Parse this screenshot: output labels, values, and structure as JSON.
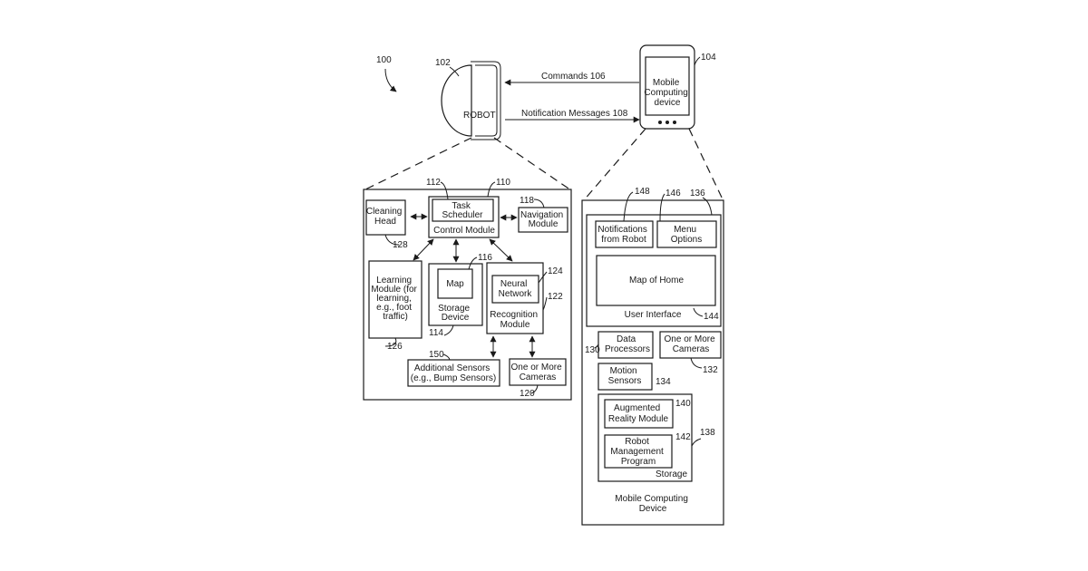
{
  "figure": {
    "ref_system": "100",
    "robot": {
      "label": "ROBOT",
      "ref": "102"
    },
    "mobile_device": {
      "label": [
        "Mobile",
        "Computing",
        "device"
      ],
      "ref": "104"
    },
    "commands": "Commands 106",
    "notifications": "Notification Messages 108"
  },
  "robot_detail": {
    "cleaning_head": {
      "label": [
        "Cleaning",
        "Head"
      ],
      "ref": "128"
    },
    "task_scheduler": {
      "label": [
        "Task",
        "Scheduler"
      ],
      "ref": "112"
    },
    "control_module": {
      "label": "Control Module",
      "ref": "110"
    },
    "navigation_module": {
      "label": [
        "Navigation",
        "Module"
      ],
      "ref": "118"
    },
    "learning_module": {
      "label": [
        "Learning",
        "Module (for",
        "learning,",
        "e.g., foot",
        "traffic)"
      ],
      "ref": "126"
    },
    "map": {
      "label": "Map",
      "ref": "116"
    },
    "storage_device": {
      "label": [
        "Storage",
        "Device"
      ],
      "ref": "114"
    },
    "neural_network": {
      "label": [
        "Neural",
        "Network"
      ],
      "ref": "124"
    },
    "recognition_module": {
      "label": [
        "Recognition",
        "Module"
      ],
      "ref": "122"
    },
    "additional_sensors": {
      "label": [
        "Additional Sensors",
        "(e.g., Bump Sensors)"
      ],
      "ref": "150"
    },
    "cameras": {
      "label": [
        "One or More",
        "Cameras"
      ],
      "ref": "120"
    }
  },
  "device_detail": {
    "notifications_from_robot": {
      "label": [
        "Notifications",
        "from Robot"
      ],
      "ref": "148"
    },
    "menu_options": {
      "label": [
        "Menu",
        "Options"
      ],
      "ref": "146"
    },
    "ui_ref": "136",
    "map_of_home": "Map of Home",
    "user_interface": {
      "label": "User Interface",
      "ref": "144"
    },
    "data_processors": {
      "label": [
        "Data",
        "Processors"
      ],
      "ref": "130"
    },
    "cameras": {
      "label": [
        "One or More",
        "Cameras"
      ],
      "ref": "132"
    },
    "motion_sensors": {
      "label": [
        "Motion",
        "Sensors"
      ],
      "ref": "134"
    },
    "ar_module": {
      "label": [
        "Augmented",
        "Reality Module"
      ],
      "ref": "140"
    },
    "robot_mgmt": {
      "label": [
        "Robot",
        "Management",
        "Program"
      ],
      "ref": "142"
    },
    "storage": {
      "label": "Storage",
      "ref": "138"
    },
    "caption": [
      "Mobile Computing",
      "Device"
    ]
  },
  "colors": {
    "ink": "#1a1a1a",
    "background": "#ffffff"
  }
}
